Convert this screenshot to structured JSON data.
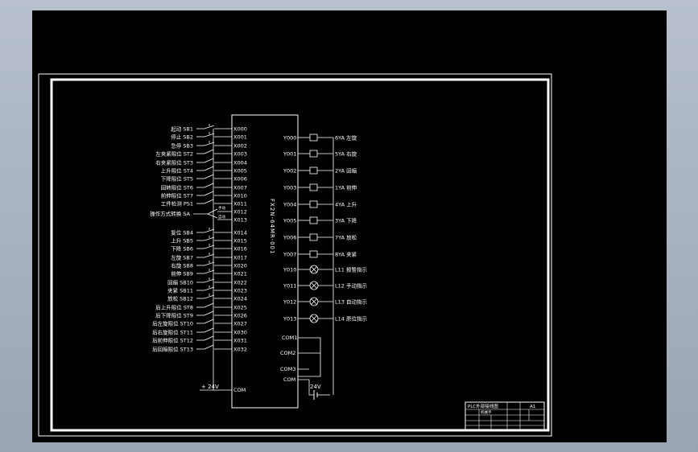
{
  "plc": {
    "model": "FX2N-64MR-001",
    "inputs": [
      {
        "label": "起动 SB1",
        "addr": "X000",
        "type": "pb"
      },
      {
        "label": "停止 SB2",
        "addr": "X001",
        "type": "pb"
      },
      {
        "label": "急停 SB3",
        "addr": "X002",
        "type": "pb"
      },
      {
        "label": "左夹紧限位 ST2",
        "addr": "X003",
        "type": "ls"
      },
      {
        "label": "右夹紧限位 ST3",
        "addr": "X004",
        "type": "ls"
      },
      {
        "label": "上升限位 ST4",
        "addr": "X005",
        "type": "ls"
      },
      {
        "label": "下降限位 ST5",
        "addr": "X006",
        "type": "ls"
      },
      {
        "label": "回转限位 ST6",
        "addr": "X007",
        "type": "ls"
      },
      {
        "label": "前伸限位 ST7",
        "addr": "X010",
        "type": "ls"
      },
      {
        "label": "工件检测 PS1",
        "addr": "X011",
        "type": "ls"
      },
      {
        "label": "",
        "addr": "X012",
        "type": "sel"
      },
      {
        "label": "",
        "addr": "X013",
        "type": "sel"
      },
      {
        "label": "复位 SB4",
        "addr": "X014",
        "type": "pb"
      },
      {
        "label": "上升 SB5",
        "addr": "X015",
        "type": "pb"
      },
      {
        "label": "下降 SB6",
        "addr": "X016",
        "type": "pb"
      },
      {
        "label": "左旋 SB7",
        "addr": "X017",
        "type": "pb"
      },
      {
        "label": "右旋 SB8",
        "addr": "X020",
        "type": "pb"
      },
      {
        "label": "前伸 SB9",
        "addr": "X021",
        "type": "pb"
      },
      {
        "label": "回缩 SB10",
        "addr": "X022",
        "type": "pb"
      },
      {
        "label": "夹紧 SB11",
        "addr": "X023",
        "type": "pb"
      },
      {
        "label": "放松 SB12",
        "addr": "X024",
        "type": "pb"
      },
      {
        "label": "后上升限位 ST8",
        "addr": "X025",
        "type": "ls"
      },
      {
        "label": "后下降限位 ST9",
        "addr": "X026",
        "type": "ls"
      },
      {
        "label": "后左旋限位 ST10",
        "addr": "X027",
        "type": "ls"
      },
      {
        "label": "后右旋限位 ST11",
        "addr": "X030",
        "type": "ls"
      },
      {
        "label": "后前伸限位 ST12",
        "addr": "X031",
        "type": "ls"
      },
      {
        "label": "后回缩限位 ST13",
        "addr": "X032",
        "type": "ls"
      }
    ],
    "selector": {
      "label": "操作方式转换 SA",
      "pos1": "手动",
      "pos2": "自动"
    },
    "outputs": [
      {
        "addr": "Y000",
        "label": "6YA 左旋",
        "type": "coil"
      },
      {
        "addr": "Y001",
        "label": "5YA 右旋",
        "type": "coil"
      },
      {
        "addr": "Y002",
        "label": "2YA 回缩",
        "type": "coil"
      },
      {
        "addr": "Y003",
        "label": "1YA 前伸",
        "type": "coil"
      },
      {
        "addr": "Y004",
        "label": "4YA 上升",
        "type": "coil"
      },
      {
        "addr": "Y005",
        "label": "3YA 下降",
        "type": "coil"
      },
      {
        "addr": "Y006",
        "label": "7YA 放松",
        "type": "coil"
      },
      {
        "addr": "Y007",
        "label": "8YA 夹紧",
        "type": "coil"
      },
      {
        "addr": "Y010",
        "label": "L11 报警指示",
        "type": "lamp"
      },
      {
        "addr": "Y011",
        "label": "L12 手动指示",
        "type": "lamp"
      },
      {
        "addr": "Y012",
        "label": "L13 自动指示",
        "type": "lamp"
      },
      {
        "addr": "Y013",
        "label": "L14 原位指示",
        "type": "lamp"
      }
    ],
    "com_terminals": [
      "COM1",
      "COM2",
      "COM3",
      "COM"
    ],
    "input_com": "COM",
    "input_supply": "+ 24V",
    "output_supply": "24V"
  },
  "title_block": {
    "name": "PLC外部接线图",
    "sheet": "A1",
    "note": "机械手"
  },
  "colors": {
    "background": "#000000",
    "line": "#ffffff",
    "desktop": "#a8b2bf"
  }
}
